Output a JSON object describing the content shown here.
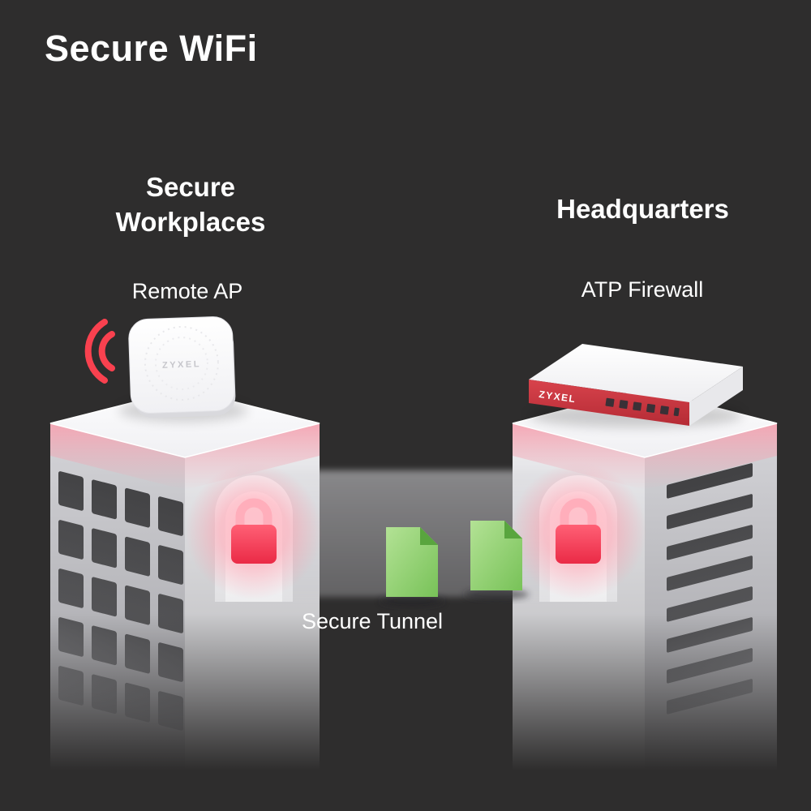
{
  "title": "Secure WiFi",
  "left": {
    "heading": "Secure Workplaces",
    "device_label": "Remote AP",
    "device_brand": "ZYXEL"
  },
  "right": {
    "heading": "Headquarters",
    "device_label": "ATP Firewall",
    "device_brand": "ZYXEL"
  },
  "tunnel": {
    "label": "Secure Tunnel"
  },
  "icons": {
    "wifi_signal": "wifi-signal-icon",
    "padlock": "padlock-icon",
    "document": "document-icon"
  },
  "colors": {
    "background": "#2e2d2d",
    "text": "#ffffff",
    "accent_red": "#f9414f",
    "stripe_pink": "#f3a3b1",
    "lock_red": "#ee2f4c",
    "lock_shackle": "#ffaebb",
    "glow_pink": "#ff9cab",
    "document_green": "#78c258",
    "document_fold_green": "#59a53e",
    "building_light": "#efeff2",
    "building_dark": "#d6d6da",
    "window_dark": "#3a3a3c",
    "firewall_red": "#c43540",
    "device_white": "#ffffff"
  }
}
